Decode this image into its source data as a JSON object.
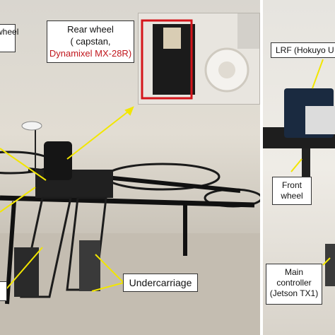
{
  "labels": {
    "rear_wheel": {
      "line1": "Rear wheel",
      "line2": "( capstan,",
      "line3": "Dynamixel MX-28R)"
    },
    "left_wheel": {
      "line1": "wheel",
      "line2": ")"
    },
    "lrf": {
      "text": "LRF (Hokuyo U"
    },
    "front_wheel": {
      "line1": "Front",
      "line2": "wheel"
    },
    "undercarriage": {
      "text": "Undercarriage"
    },
    "main_controller": {
      "line1": "Main",
      "line2": "controller",
      "line3": "(Jetson TX1)"
    }
  },
  "colors": {
    "arrow": "#f2e600",
    "highlight_box": "#d4151b",
    "label_red_text": "#c0161c"
  }
}
